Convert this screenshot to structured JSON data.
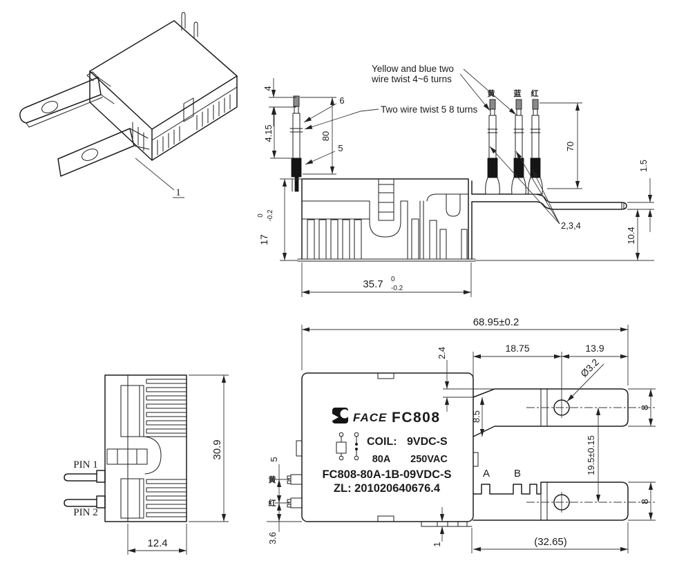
{
  "side_view": {
    "dim_tip": "4",
    "dim_strip": "4.15",
    "dim_wire": "80",
    "balloon_6": "6",
    "balloon_5": "5",
    "note_twist_a1": "Yellow and blue two",
    "note_twist_a2": "wire twist 4~6 turns",
    "note_twist_b": "Two wire twist 5 8 turns",
    "wire_yellow": "黄",
    "wire_blue": "蓝",
    "wire_red": "红",
    "dim_70": "70",
    "dim_1_5": "1.5",
    "dim_10_4": "10.4",
    "balloon_234": "2,3,4",
    "dim_h": "17",
    "dim_h_tol_up": "0",
    "dim_h_tol_lo": "-0.2",
    "dim_w": "35.7",
    "dim_w_tol_up": "0",
    "dim_w_tol_lo": "-0.2"
  },
  "front_view": {
    "pin1_label": "PIN 1",
    "pin2_label": "PIN 2",
    "dim_h": "30.9",
    "dim_w": "12.4"
  },
  "plan_view": {
    "dim_total": "68.95±0.2",
    "dim_2_4": "2.4",
    "dim_18_75": "18.75",
    "dim_13_9": "13.9",
    "dim_hole": "Ø3.2",
    "dim_8_upper": "8",
    "dim_8_lower": "8",
    "dim_8_5": "8.5",
    "dim_pitch": "19.5±0.15",
    "label_a": "A",
    "label_b": "B",
    "dim_32_65": "(32.65)",
    "dim_5": "5",
    "dim_3_6": "3.6",
    "dim_1": "1",
    "wire_yellow": "黄",
    "wire_red": "红",
    "nameplate": {
      "brand": "FACE",
      "model": "FC808",
      "coil_label": "COIL:",
      "coil_value": "9VDC-S",
      "current": "80A",
      "voltage": "250VAC",
      "part_number": "FC808-80A-1B-09VDC-S",
      "patent_no": "ZL: 201020640676.4"
    }
  },
  "iso_view": {
    "balloon_1": "1"
  }
}
